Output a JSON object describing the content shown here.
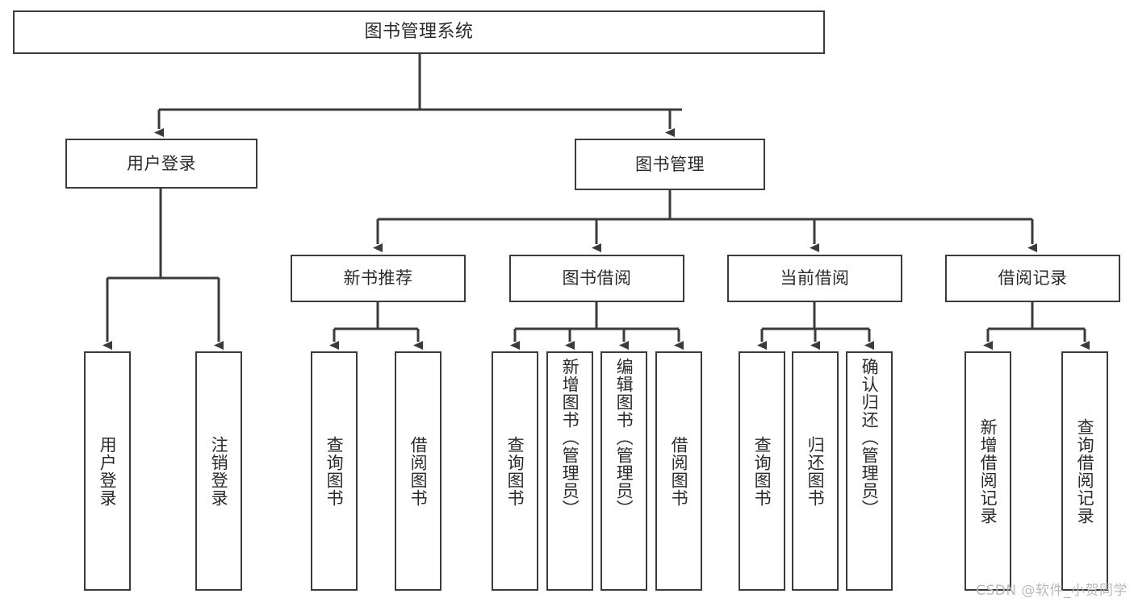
{
  "diagram": {
    "title": "图书管理系统",
    "type": "tree-hierarchy",
    "background_color": "#ffffff",
    "line_color": "#3b3b3b",
    "text_color": "#2b2b2b"
  },
  "root": {
    "label": "图书管理系统"
  },
  "level2": [
    {
      "id": "user-login",
      "label": "用户登录"
    },
    {
      "id": "book-manage",
      "label": "图书管理"
    }
  ],
  "level3": [
    {
      "id": "new-book-recommend",
      "label": "新书推荐",
      "parent": "book-manage"
    },
    {
      "id": "book-borrow",
      "label": "图书借阅",
      "parent": "book-manage"
    },
    {
      "id": "current-borrow",
      "label": "当前借阅",
      "parent": "book-manage"
    },
    {
      "id": "borrow-record",
      "label": "借阅记录",
      "parent": "book-manage"
    }
  ],
  "leaves": {
    "user_login": [
      {
        "id": "leaf-user-login",
        "label": "用户登录"
      },
      {
        "id": "leaf-logout",
        "label": "注销登录"
      }
    ],
    "new_book_recommend": [
      {
        "id": "leaf-query-book-1",
        "label": "查询图书"
      },
      {
        "id": "leaf-borrow-book-1",
        "label": "借阅图书"
      }
    ],
    "book_borrow": [
      {
        "id": "leaf-query-book-2",
        "label": "查询图书"
      },
      {
        "id": "leaf-add-book",
        "label": "新增图书（管理员）"
      },
      {
        "id": "leaf-edit-book",
        "label": "编辑图书（管理员）"
      },
      {
        "id": "leaf-borrow-book-2",
        "label": "借阅图书"
      }
    ],
    "current_borrow": [
      {
        "id": "leaf-query-book-3",
        "label": "查询图书"
      },
      {
        "id": "leaf-return-book",
        "label": "归还图书"
      },
      {
        "id": "leaf-confirm-return",
        "label": "确认归还（管理员）"
      }
    ],
    "borrow_record": [
      {
        "id": "leaf-add-record",
        "label": "新增借阅记录"
      },
      {
        "id": "leaf-query-record",
        "label": "查询借阅记录"
      }
    ]
  },
  "watermark": {
    "text": "CSDN @软件_小贺同学"
  }
}
